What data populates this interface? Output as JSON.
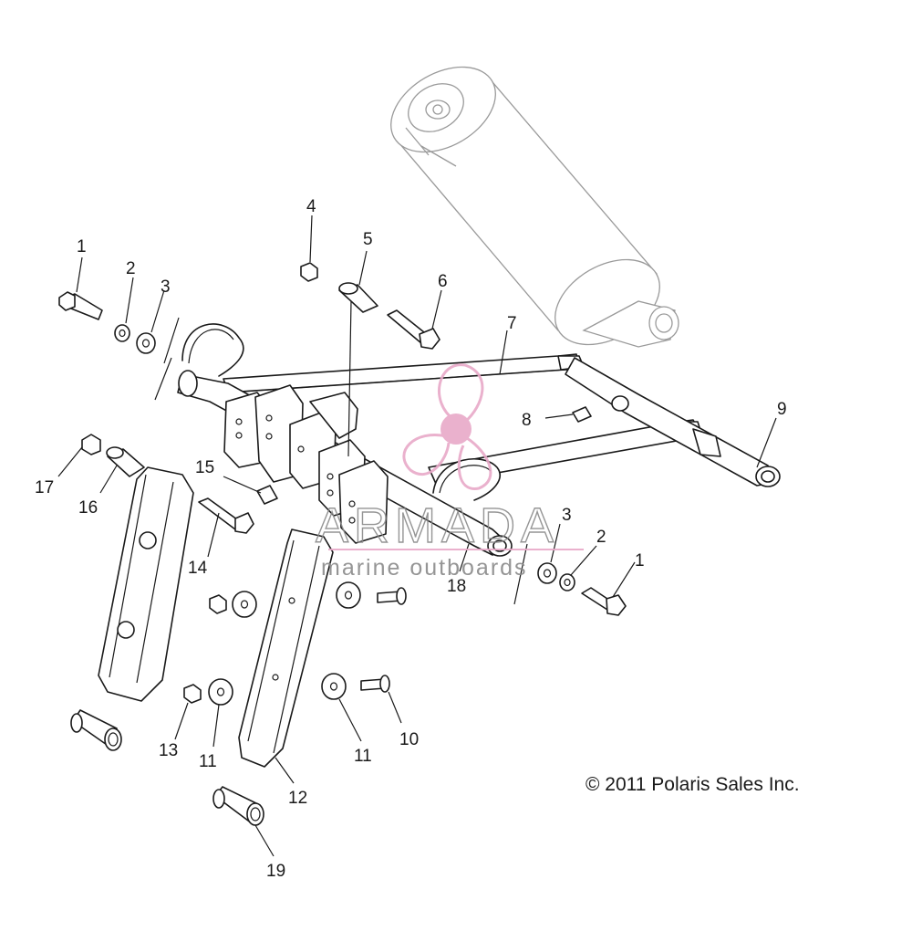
{
  "copyright": "© 2011 Polaris Sales Inc.",
  "watermark": {
    "brand": "ARMADA",
    "tagline": "marine outboards",
    "accent_color": "#e8a9c8"
  },
  "callouts": [
    {
      "id": "c1a",
      "text": "1"
    },
    {
      "id": "c2a",
      "text": "2"
    },
    {
      "id": "c3a",
      "text": "3"
    },
    {
      "id": "c4",
      "text": "4"
    },
    {
      "id": "c5",
      "text": "5"
    },
    {
      "id": "c6",
      "text": "6"
    },
    {
      "id": "c7",
      "text": "7"
    },
    {
      "id": "c8",
      "text": "8"
    },
    {
      "id": "c9",
      "text": "9"
    },
    {
      "id": "c17",
      "text": "17"
    },
    {
      "id": "c16",
      "text": "16"
    },
    {
      "id": "c15",
      "text": "15"
    },
    {
      "id": "c14",
      "text": "14"
    },
    {
      "id": "c3b",
      "text": "3"
    },
    {
      "id": "c2b",
      "text": "2"
    },
    {
      "id": "c1b",
      "text": "1"
    },
    {
      "id": "c18",
      "text": "18"
    },
    {
      "id": "c13",
      "text": "13"
    },
    {
      "id": "c11a",
      "text": "11"
    },
    {
      "id": "c11b",
      "text": "11"
    },
    {
      "id": "c10",
      "text": "10"
    },
    {
      "id": "c12",
      "text": "12"
    },
    {
      "id": "c19",
      "text": "19"
    }
  ]
}
